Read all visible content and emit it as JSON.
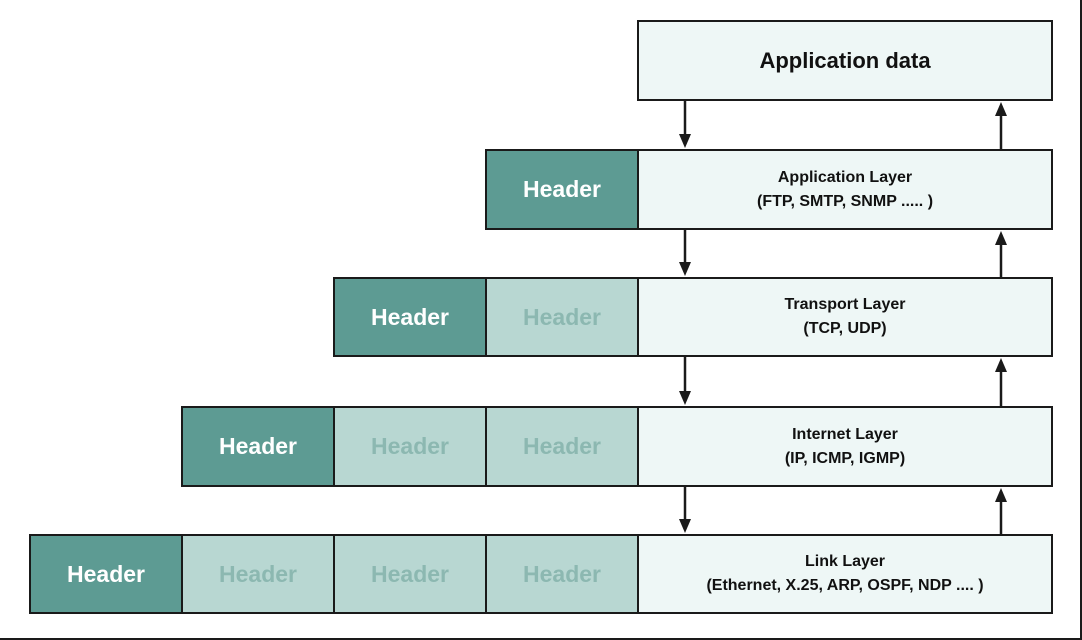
{
  "application_data": "Application data",
  "header_label": "Header",
  "layers": [
    {
      "name": "Application Layer",
      "protocols": "(FTP, SMTP, SNMP ..... )"
    },
    {
      "name": "Transport Layer",
      "protocols": "(TCP, UDP)"
    },
    {
      "name": "Internet Layer",
      "protocols": "(IP, ICMP, IGMP)"
    },
    {
      "name": "Link Layer",
      "protocols": "(Ethernet, X.25, ARP, OSPF, NDP .... )"
    }
  ]
}
